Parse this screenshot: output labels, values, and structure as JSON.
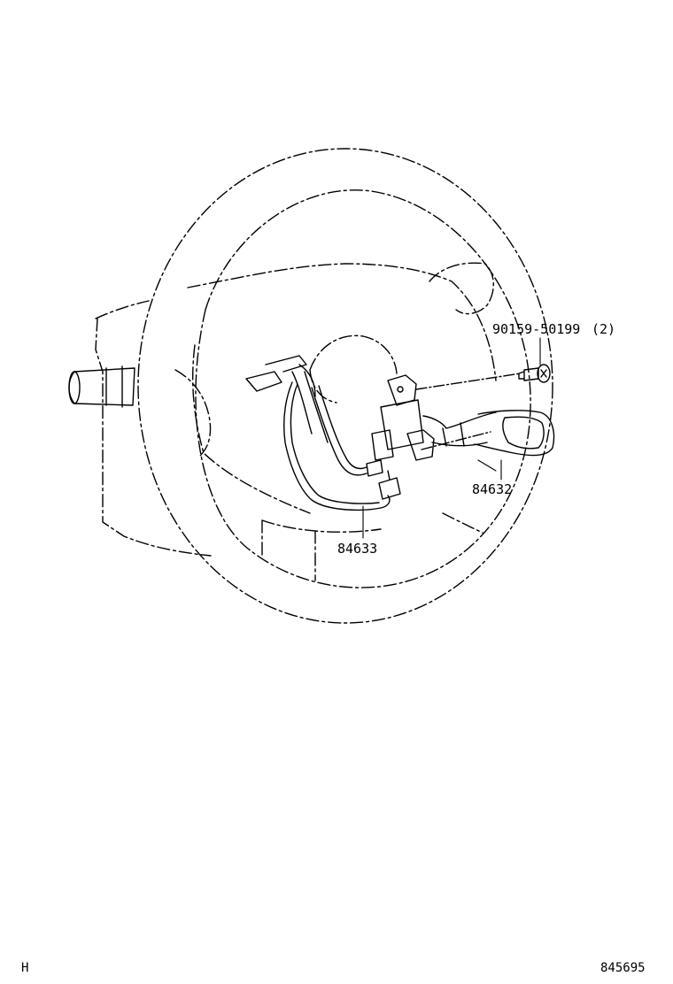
{
  "parts": {
    "bolt": "90159-50199",
    "bolt_qty": "(2)",
    "switch": "84632",
    "harness": "84633"
  },
  "footer": {
    "left": "H",
    "right": "845695"
  },
  "colors": {
    "line": "#000000",
    "background": "#ffffff"
  }
}
